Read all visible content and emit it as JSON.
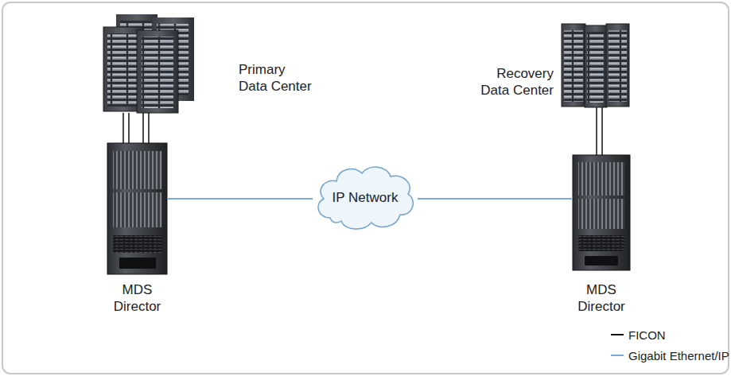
{
  "diagram": {
    "nodes": [
      {
        "text": [
          "Primary Data Center"
        ]
      },
      {
        "text": [
          "Recovery Data Center"
        ]
      },
      {
        "text": [
          "MDS Director"
        ]
      },
      {
        "text": [
          "IP Network"
        ]
      },
      {
        "text": [
          "MDS Director"
        ]
      }
    ],
    "edges": [
      {
        "from": 0,
        "to": 2,
        "arrow": "none"
      },
      {
        "from": 0,
        "to": 2,
        "arrow": "none"
      },
      {
        "from": 0,
        "to": 2,
        "arrow": "none"
      },
      {
        "from": 0,
        "to": 2,
        "arrow": "none"
      },
      {
        "from": 1,
        "to": 4,
        "arrow": "none"
      },
      {
        "from": 1,
        "to": 4,
        "arrow": "none"
      },
      {
        "from": 2,
        "to": 3,
        "arrow": "none"
      },
      {
        "from": 3,
        "to": 4,
        "arrow": "none"
      }
    ],
    "legend": [
      {
        "text": "FICON"
      },
      {
        "text": "Gigabit Ethernet/IP"
      }
    ]
  }
}
